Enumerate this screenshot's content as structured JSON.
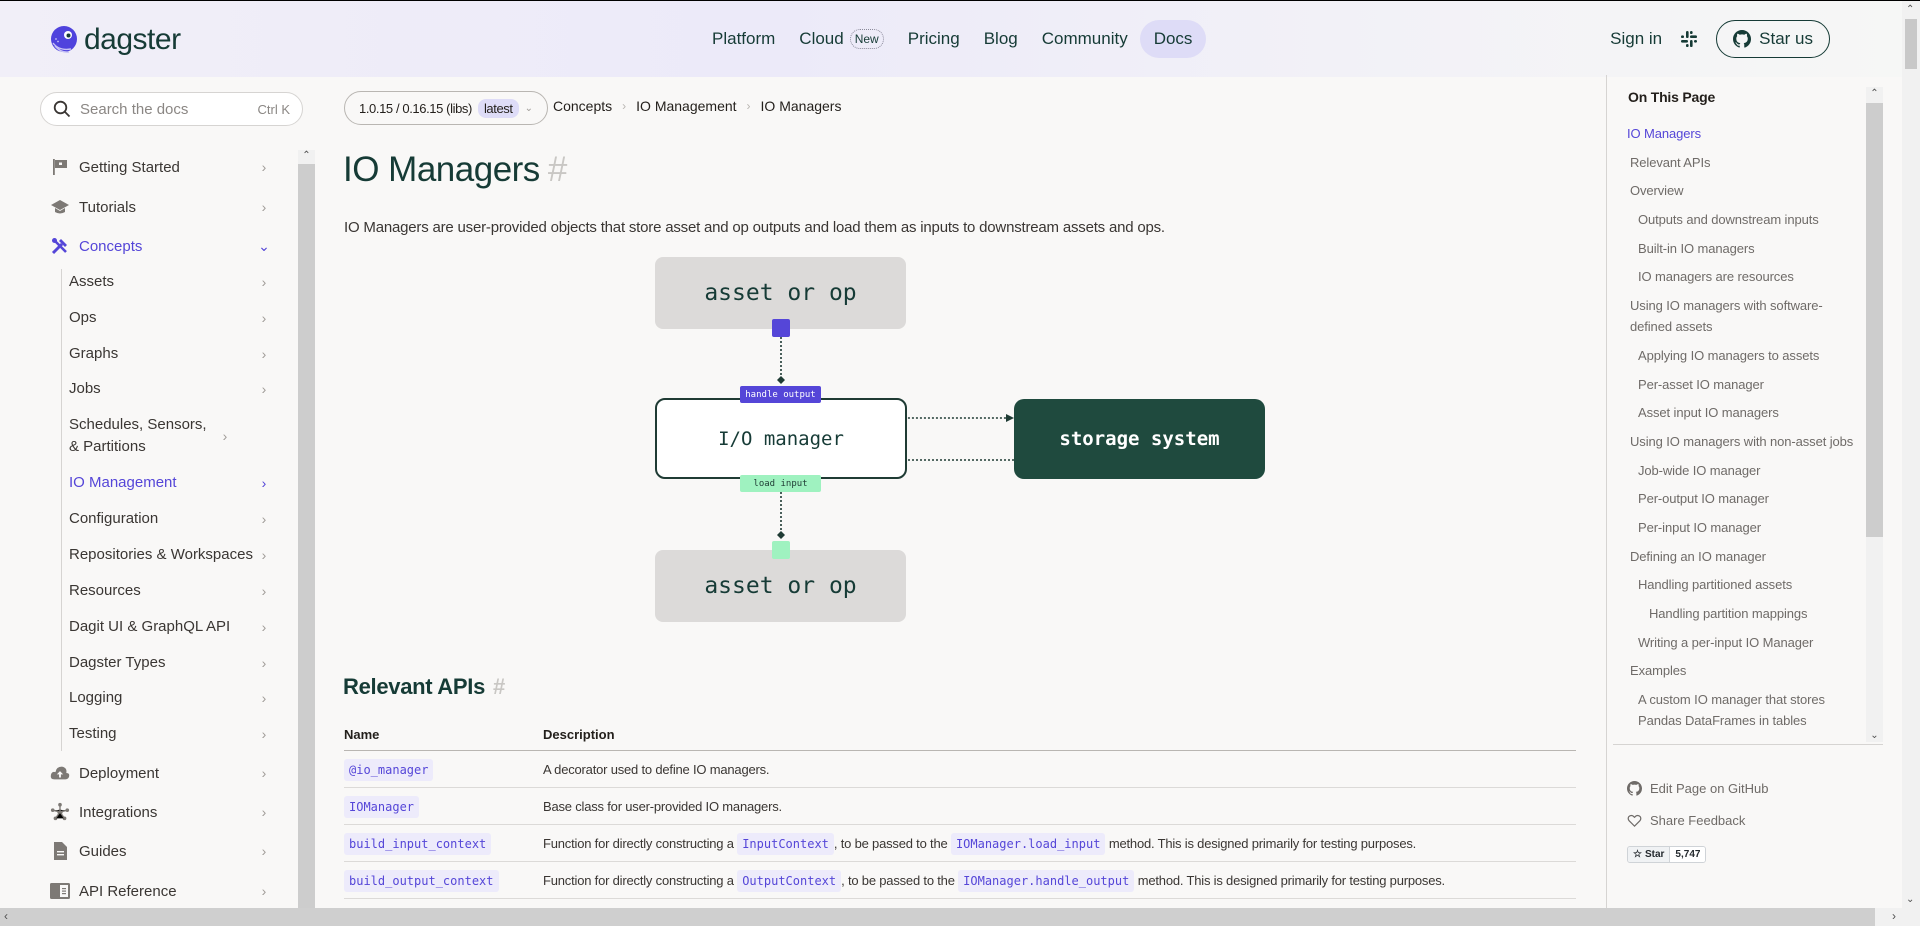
{
  "header": {
    "logo_text": "dagster",
    "nav": [
      {
        "label": "Platform"
      },
      {
        "label": "Cloud",
        "badge": "New"
      },
      {
        "label": "Pricing"
      },
      {
        "label": "Blog"
      },
      {
        "label": "Community"
      },
      {
        "label": "Docs",
        "active": true
      }
    ],
    "sign_in": "Sign in",
    "star_us": "Star us"
  },
  "search": {
    "placeholder": "Search the docs",
    "shortcut": "Ctrl K"
  },
  "version": {
    "label": "1.0.15 / 0.16.15 (libs)",
    "badge": "latest"
  },
  "breadcrumb": [
    "Concepts",
    "IO Management",
    "IO Managers"
  ],
  "sidebar": {
    "top_items": [
      {
        "label": "Getting Started",
        "icon": "flag-icon"
      },
      {
        "label": "Tutorials",
        "icon": "graduation-cap-icon"
      },
      {
        "label": "Concepts",
        "icon": "tools-icon",
        "active": true,
        "expanded": true
      }
    ],
    "sub_items": [
      {
        "label": "Assets"
      },
      {
        "label": "Ops"
      },
      {
        "label": "Graphs"
      },
      {
        "label": "Jobs"
      },
      {
        "label": "Schedules, Sensors, & Partitions"
      },
      {
        "label": "IO Management",
        "active": true
      },
      {
        "label": "Configuration"
      },
      {
        "label": "Repositories & Workspaces"
      },
      {
        "label": "Resources"
      },
      {
        "label": "Dagit UI & GraphQL API"
      },
      {
        "label": "Dagster Types"
      },
      {
        "label": "Logging"
      },
      {
        "label": "Testing"
      }
    ],
    "bottom_items": [
      {
        "label": "Deployment",
        "icon": "cloud-upload-icon"
      },
      {
        "label": "Integrations",
        "icon": "network-icon"
      },
      {
        "label": "Guides",
        "icon": "document-icon"
      },
      {
        "label": "API Reference",
        "icon": "book-icon"
      }
    ]
  },
  "main": {
    "title": "IO Managers",
    "hash": "#",
    "intro": "IO Managers are user-provided objects that store asset and op outputs and load them as inputs to downstream assets and ops.",
    "diagram": {
      "top_box": "asset or op",
      "io_box": "I/O manager",
      "storage_box": "storage system",
      "bottom_box": "asset or op",
      "handle_output_tag": "handle output",
      "load_input_tag": "load input"
    },
    "relevant_apis": {
      "heading": "Relevant APIs",
      "columns": [
        "Name",
        "Description"
      ],
      "rows": [
        {
          "name": "@io_manager",
          "desc": [
            {
              "t": "A decorator used to define IO managers."
            }
          ]
        },
        {
          "name": "IOManager",
          "desc": [
            {
              "t": "Base class for user-provided IO managers."
            }
          ]
        },
        {
          "name": "build_input_context",
          "desc": [
            {
              "t": "Function for directly constructing a "
            },
            {
              "code": "InputContext"
            },
            {
              "t": ", to be passed to the "
            },
            {
              "code": "IOManager.load_input"
            },
            {
              "t": " method. This is designed primarily for testing purposes."
            }
          ]
        },
        {
          "name": "build_output_context",
          "desc": [
            {
              "t": "Function for directly constructing a "
            },
            {
              "code": "OutputContext"
            },
            {
              "t": ", to be passed to the "
            },
            {
              "code": "IOManager.handle_output"
            },
            {
              "t": " method. This is designed primarily for testing purposes."
            }
          ]
        }
      ]
    }
  },
  "toc": {
    "title": "On This Page",
    "items": [
      {
        "label": "IO Managers",
        "level": 0,
        "active": true
      },
      {
        "label": "Relevant APIs",
        "level": 1
      },
      {
        "label": "Overview",
        "level": 1
      },
      {
        "label": "Outputs and downstream inputs",
        "level": 2
      },
      {
        "label": "Built-in IO managers",
        "level": 2
      },
      {
        "label": "IO managers are resources",
        "level": 2
      },
      {
        "label": "Using IO managers with software-defined assets",
        "level": 1
      },
      {
        "label": "Applying IO managers to assets",
        "level": 2
      },
      {
        "label": "Per-asset IO manager",
        "level": 2
      },
      {
        "label": "Asset input IO managers",
        "level": 2
      },
      {
        "label": "Using IO managers with non-asset jobs",
        "level": 1
      },
      {
        "label": "Job-wide IO manager",
        "level": 2
      },
      {
        "label": "Per-output IO manager",
        "level": 2
      },
      {
        "label": "Per-input IO manager",
        "level": 2
      },
      {
        "label": "Defining an IO manager",
        "level": 1
      },
      {
        "label": "Handling partitioned assets",
        "level": 2
      },
      {
        "label": "Handling partition mappings",
        "level": 3
      },
      {
        "label": "Writing a per-input IO Manager",
        "level": 2
      },
      {
        "label": "Examples",
        "level": 1
      },
      {
        "label": "A custom IO manager that stores Pandas DataFrames in tables",
        "level": 2
      }
    ],
    "edit_on_github": "Edit Page on GitHub",
    "share_feedback": "Share Feedback",
    "star_label": "Star",
    "star_count": "5,747"
  },
  "colors": {
    "accent": "#5546d8",
    "brand_dark": "#163b36",
    "storage_box": "#1f4a3e",
    "load_input_green": "#9ff2c0",
    "docs_active_bg": "#dedcf7"
  }
}
